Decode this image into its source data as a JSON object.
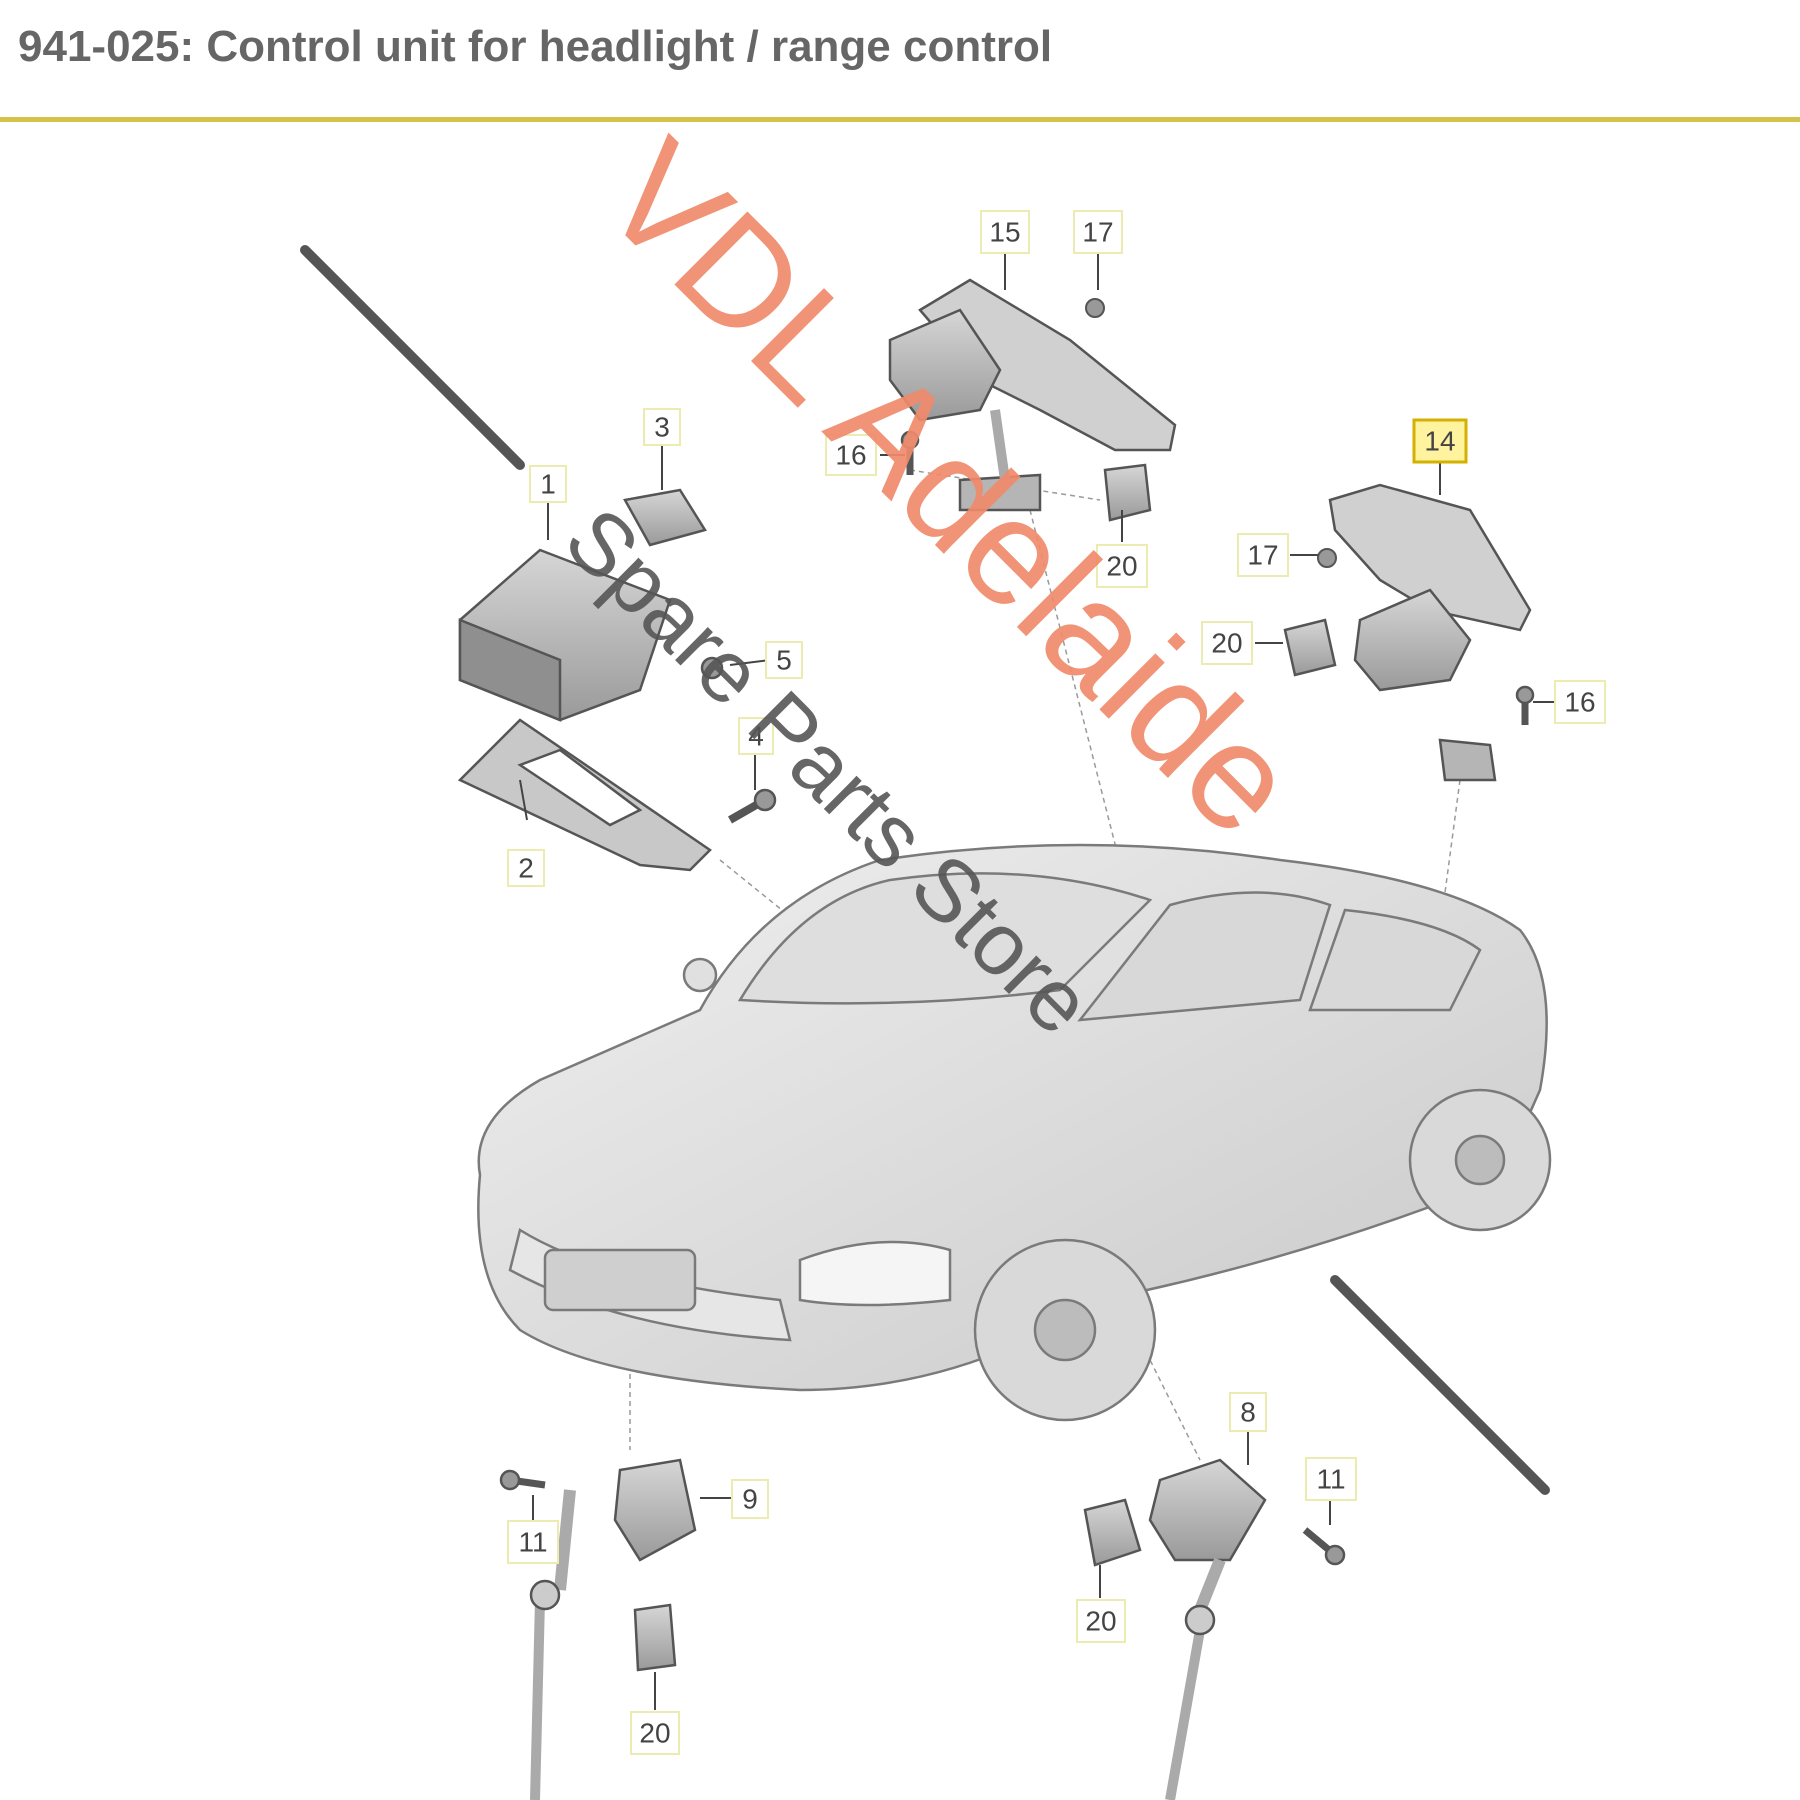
{
  "header": {
    "title": "941-025: Control unit for headlight / range control",
    "rule_color": "#d4c24a"
  },
  "callouts": {
    "c1": "1",
    "c2": "2",
    "c3": "3",
    "c4": "4",
    "c5": "5",
    "c8": "8",
    "c9": "9",
    "c11a": "11",
    "c11b": "11",
    "c14": "14",
    "c15": "15",
    "c16a": "16",
    "c16b": "16",
    "c17a": "17",
    "c17b": "17",
    "c20a": "20",
    "c20b": "20",
    "c20c": "20",
    "c20d": "20",
    "c20e": "20"
  },
  "highlighted_callout": "14",
  "watermark": {
    "line1": "VDL Adelaide",
    "line2": "Spare Parts Store",
    "line1_color": "#f08a6a",
    "line2_color": "#555555"
  }
}
